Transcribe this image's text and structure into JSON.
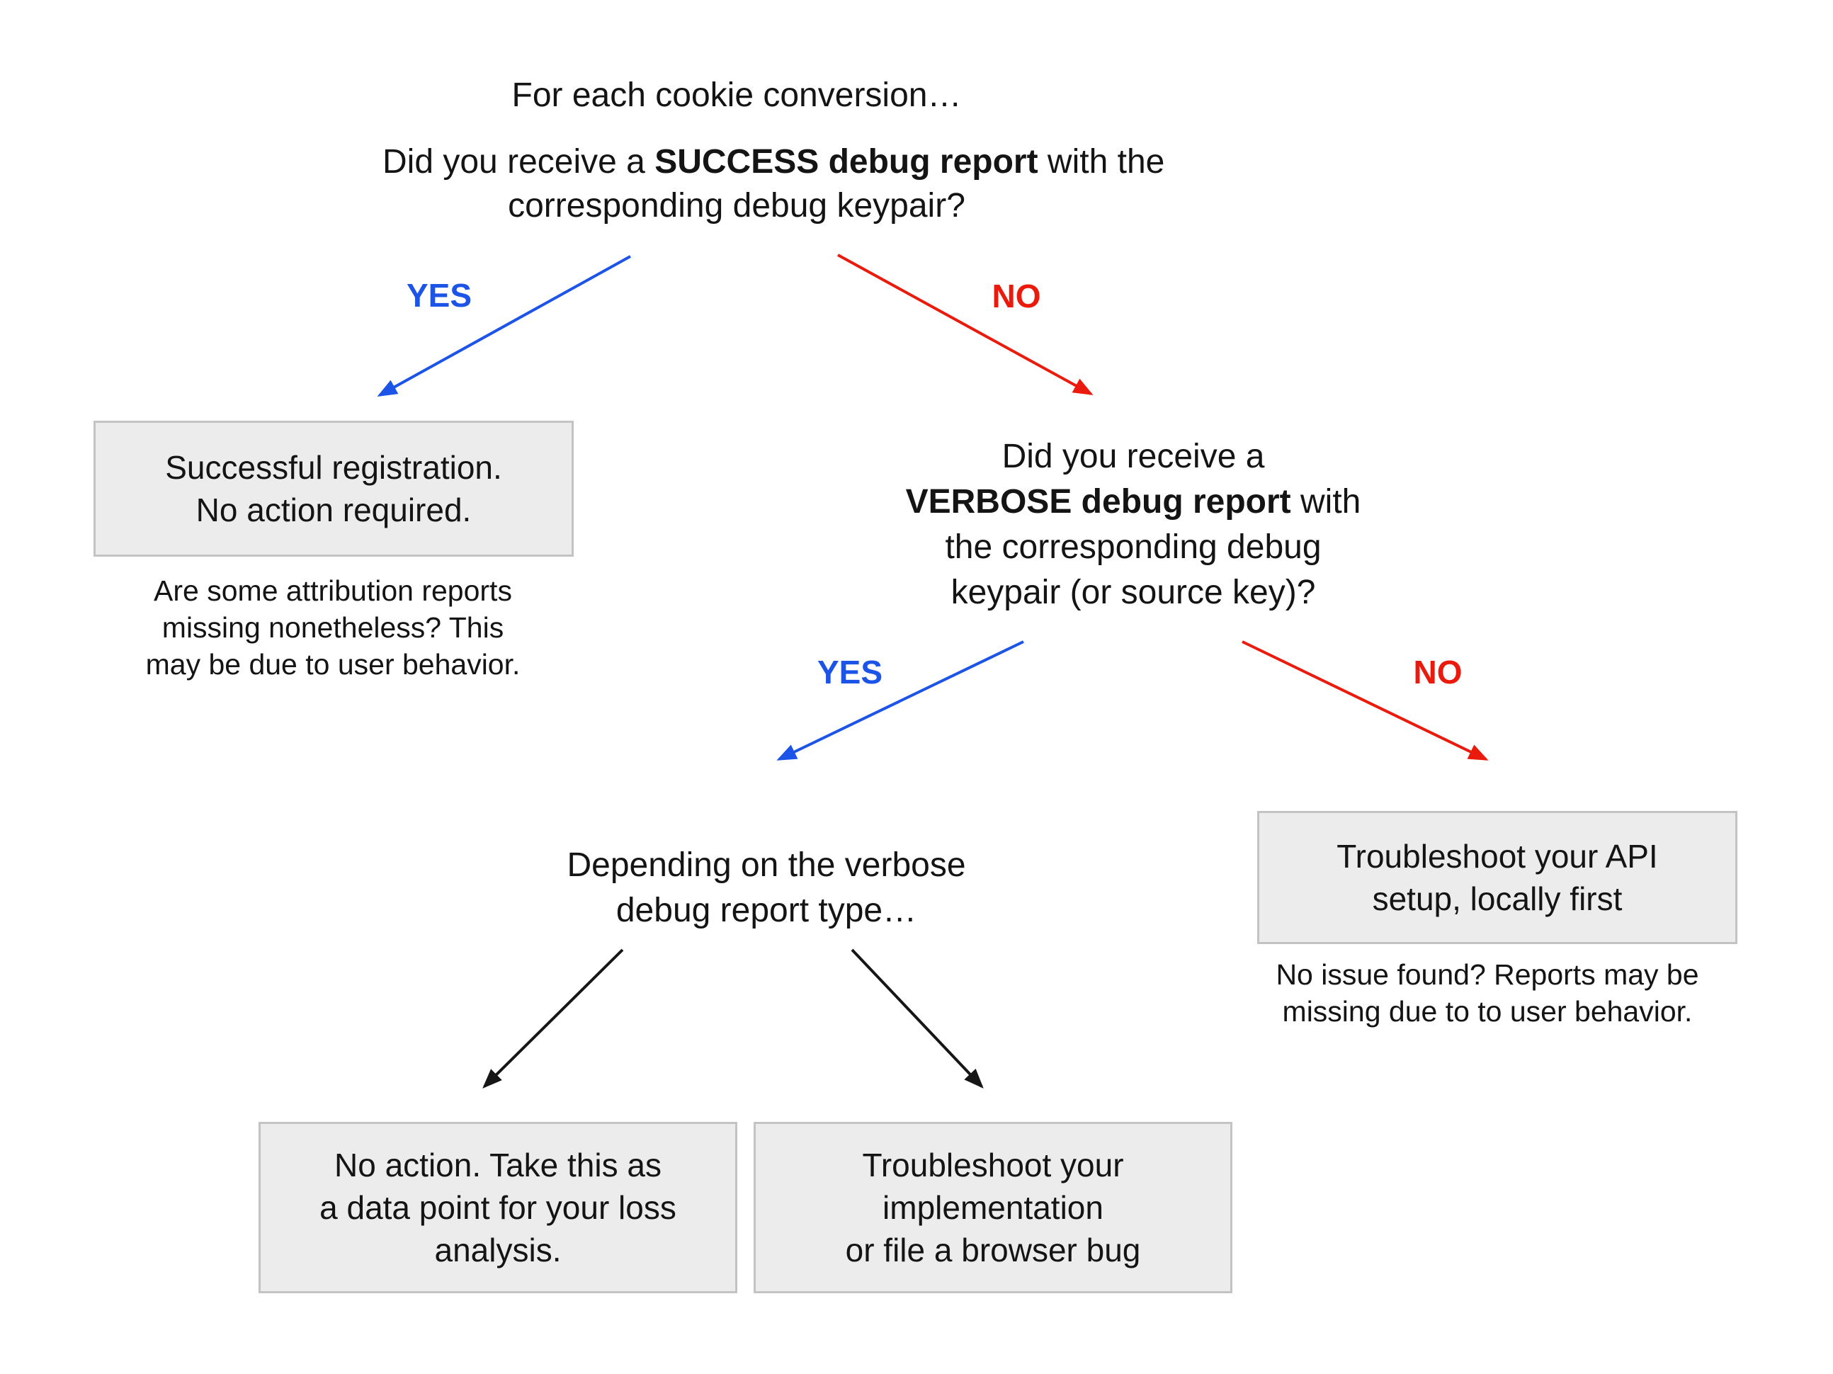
{
  "colors": {
    "yes_blue": "#1d54e8",
    "no_red": "#ea1b0c",
    "box_fill": "#ececec",
    "box_border": "#c3c3c3",
    "text": "#141414"
  },
  "title": "For each cookie conversion…",
  "question_success": {
    "l1a": "Did you receive a ",
    "l1b": "SUCCESS debug report",
    "l1c": " with the",
    "l2": "corresponding debug keypair?"
  },
  "edge_labels": {
    "yes1": "YES",
    "no1": "NO",
    "yes2": "YES",
    "no2": "NO"
  },
  "box_success": {
    "l1": "Successful registration.",
    "l2": "No action required."
  },
  "note_success": {
    "l1": "Are some attribution reports",
    "l2": "missing nonetheless? This",
    "l3": "may be due to user behavior."
  },
  "question_verbose": {
    "l1": "Did you receive a",
    "l2b": "VERBOSE debug report",
    "l2c": " with",
    "l3": "the corresponding debug",
    "l4": "keypair (or source key)?"
  },
  "depending": {
    "l1": "Depending on the verbose",
    "l2": "debug report type…"
  },
  "box_api": {
    "l1": "Troubleshoot your API",
    "l2": "setup, locally first"
  },
  "note_api": {
    "l1": "No issue found? Reports may be",
    "l2": "missing due to to user behavior."
  },
  "box_no_action": {
    "l1": "No action. Take this as",
    "l2": "a data point for your loss",
    "l3": "analysis."
  },
  "box_impl": {
    "l1": "Troubleshoot your",
    "l2": "implementation",
    "l3": "or file a browser bug"
  }
}
